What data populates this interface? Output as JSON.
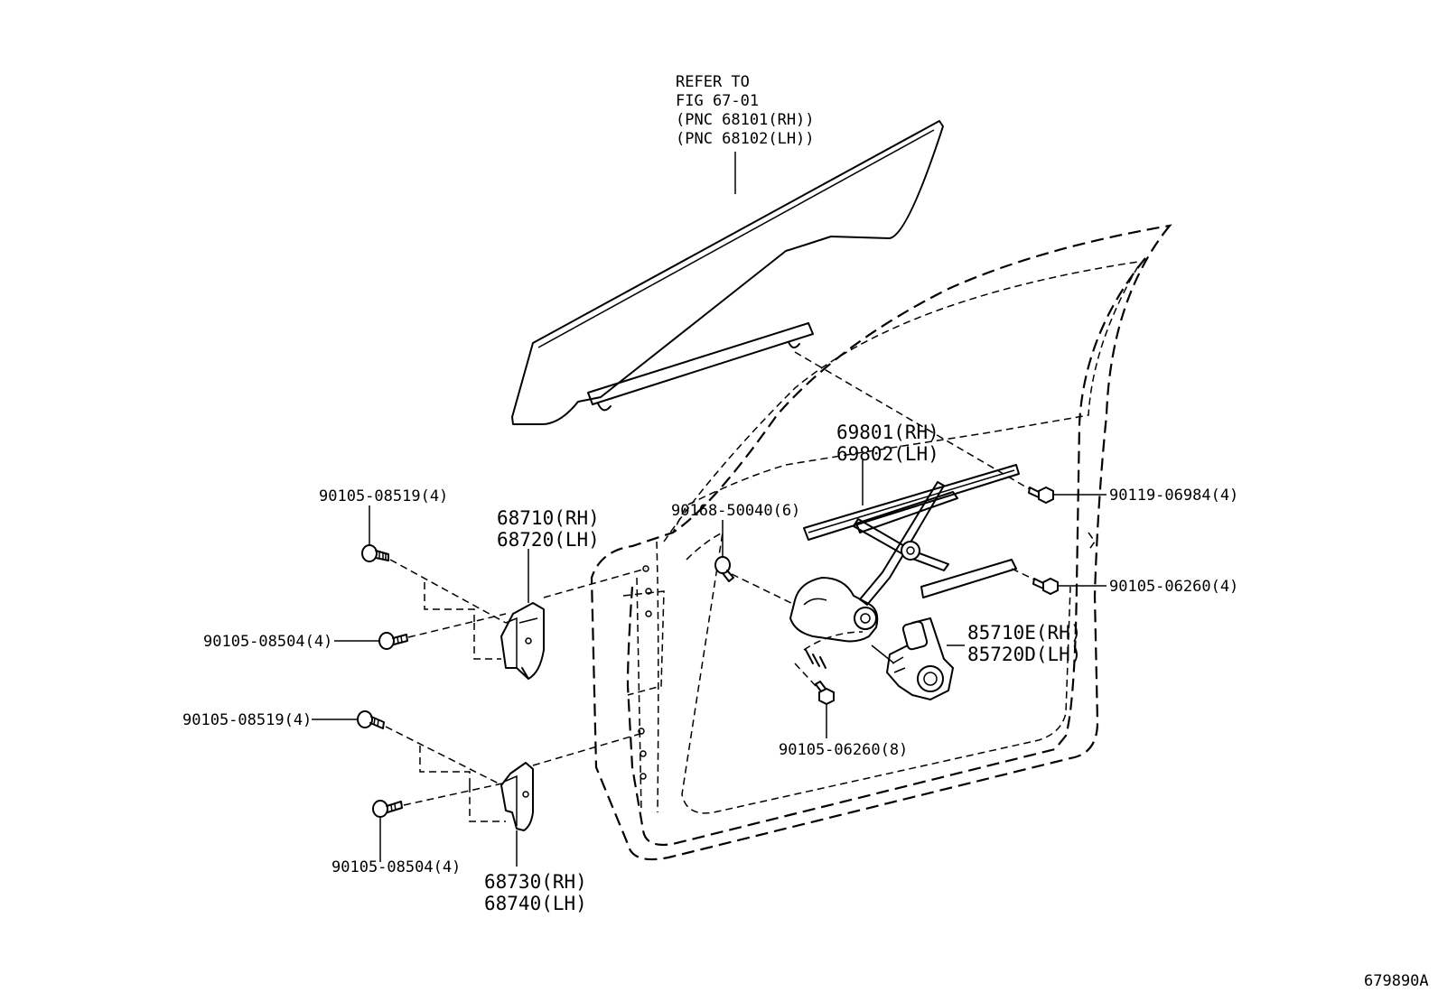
{
  "callouts": {
    "glass_ref": [
      "REFER TO",
      "FIG 67-01",
      "(PNC 68101(RH))",
      "(PNC 68102(LH))"
    ],
    "regulator": [
      "69801(RH)",
      "69802(LH)"
    ],
    "bolt_90119": "90119-06984(4)",
    "bolt_90168": "90168-50040(6)",
    "bolt_90105_06260_4": "90105-06260(4)",
    "motor": [
      "85710E(RH)",
      "85720D(LH)"
    ],
    "bolt_90105_06260_8": "90105-06260(8)",
    "upper_hinge": [
      "68710(RH)",
      "68720(LH)"
    ],
    "lower_hinge": [
      "68730(RH)",
      "68740(LH)"
    ],
    "bolt_upper_08519": "90105-08519(4)",
    "bolt_upper_08504": "90105-08504(4)",
    "bolt_lower_08519": "90105-08519(4)",
    "bolt_lower_08504": "90105-08504(4)"
  },
  "figure_id": "679890A"
}
